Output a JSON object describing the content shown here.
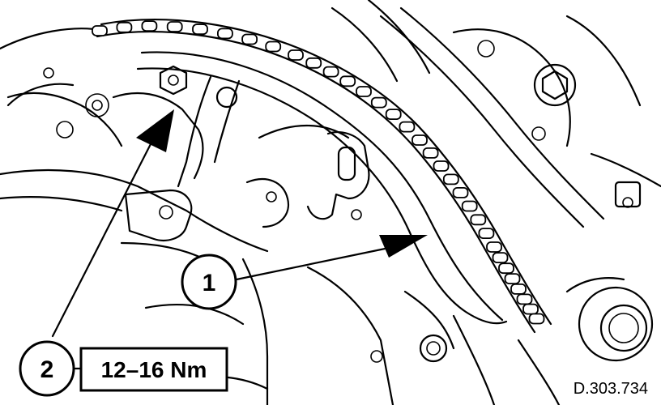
{
  "callouts": [
    {
      "id": "1",
      "label": "1"
    },
    {
      "id": "2",
      "label": "2"
    }
  ],
  "torque_spec": "12–16 Nm",
  "reference_code": "D.303.734"
}
